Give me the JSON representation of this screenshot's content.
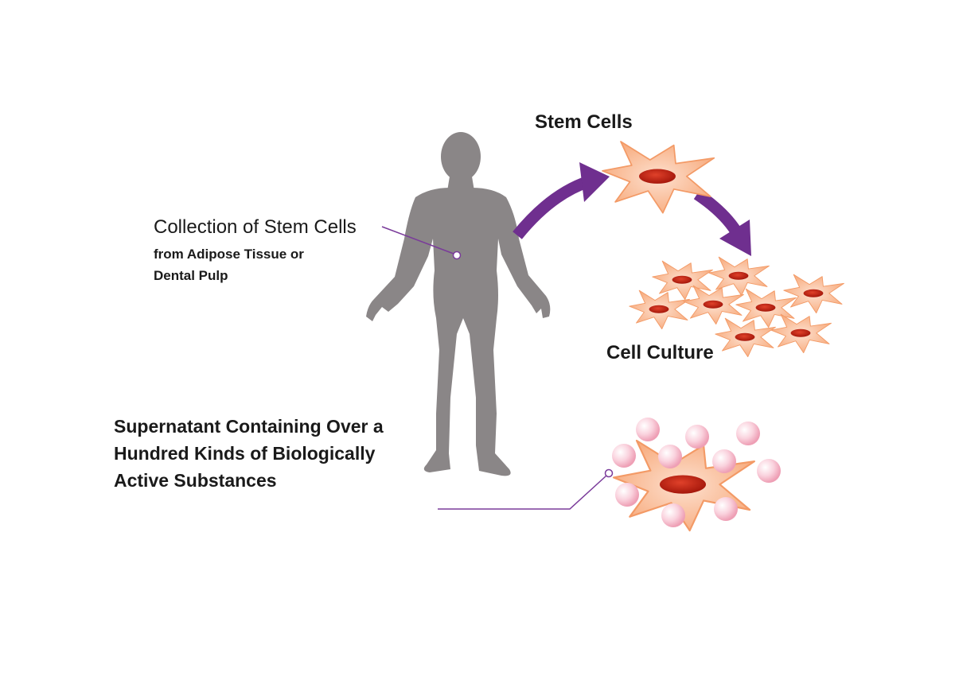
{
  "labels": {
    "stem_cells": "Stem Cells",
    "collection_title": "Collection of Stem Cells",
    "collection_subtitle_line1": "from Adipose Tissue or",
    "collection_subtitle_line2": "Dental Pulp",
    "cell_culture": "Cell Culture",
    "supernatant_line1": "Supernatant Containing Over a",
    "supernatant_line2": "Hundred Kinds of Biologically",
    "supernatant_line3": "Active Substances"
  },
  "colors": {
    "body_silhouette": "#8a8687",
    "arrow": "#6f2f8f",
    "leader_line": "#7a3b9a",
    "cell_fill": "#f8b48c",
    "cell_edge": "#f5a170",
    "nucleus": "#c8200f",
    "vesicle": "#f7c6d3",
    "text": "#1a1a1a"
  },
  "icons": {
    "body": "human-silhouette-icon",
    "stem_cell": "stem-cell-icon",
    "culture": "cell-culture-icon",
    "vesicle": "vesicle-icon"
  }
}
